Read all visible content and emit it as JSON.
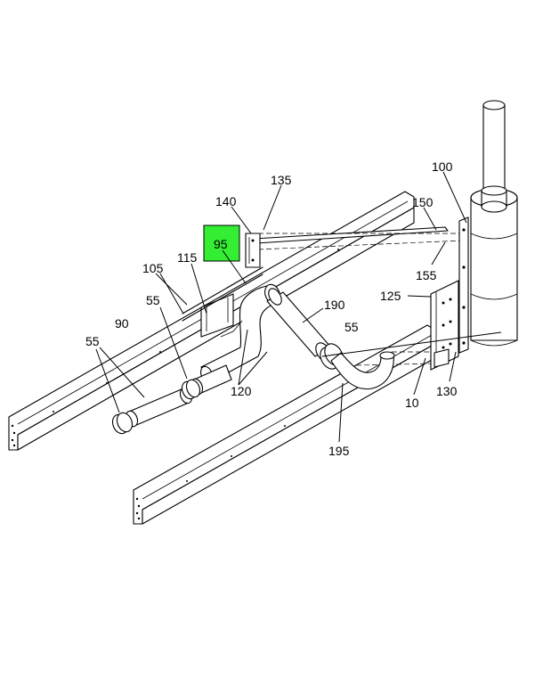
{
  "highlight_color": "#33ee33",
  "callouts": {
    "c100": "100",
    "c135": "135",
    "c140": "140",
    "c150": "150",
    "c95": "95",
    "c115": "115",
    "c105": "105",
    "c155": "155",
    "c125": "125",
    "c55a": "55",
    "c190": "190",
    "c90": "90",
    "c55b": "55",
    "c55c": "55",
    "c130": "130",
    "c120": "120",
    "c10": "10",
    "c195": "195"
  }
}
